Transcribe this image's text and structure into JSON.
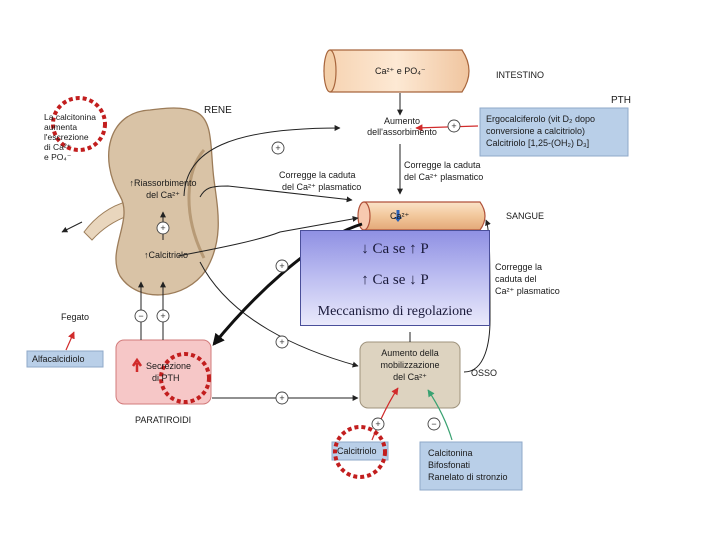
{
  "labels": {
    "intestino": "INTESTINO",
    "rene": "RENE",
    "sangue": "SANGUE",
    "osso": "OSSO",
    "paratiroidi": "PARATIROIDI",
    "pth_top": "PTH",
    "fegato": "Fegato",
    "intestine_content": "Ca²⁺ e PO₄⁻",
    "blood_content": "Ca²⁺",
    "aumento_assorbimento_1": "Aumento",
    "aumento_assorbimento_2": "dell'assorbimento",
    "corregge_intestine_1": "Corregge la caduta",
    "corregge_intestine_2": "del Ca²⁺ plasmatico",
    "corregge_kidney_1": "Corregge la caduta",
    "corregge_kidney_2": "del Ca²⁺ plasmatico",
    "corregge_bone_1": "Corregge la",
    "corregge_bone_2": "caduta del",
    "corregge_bone_3": "Ca²⁺ plasmatico",
    "riassorbimento_1": "↑Riassorbimento",
    "riassorbimento_2": "del Ca²⁺",
    "calcitriolo_kidney": "↑Calcitriolo",
    "calcitonina_1": "La calcitonina",
    "calcitonina_2": "aumenta",
    "calcitonina_3": "l'escrezione",
    "calcitonina_4": "di Ca²⁺",
    "calcitonina_5": "e PO₄⁻",
    "secrezione_1": "Secrezione",
    "secrezione_2": "di PTH",
    "mobilizzazione_1": "Aumento della",
    "mobilizzazione_2": "mobilizzazione",
    "mobilizzazione_3": "del Ca²⁺"
  },
  "boxes": {
    "ergo_1": "Ergocalciferolo (vit D₂ dopo",
    "ergo_2": "conversione a calcitriolo)",
    "ergo_3": "Calcitriolo [1,25-(OH₂) D₃]",
    "alfacalcidiolo": "Alfacalcidiolo",
    "calcitriolo_drug": "Calcitriolo",
    "drugs_1": "Calcitonina",
    "drugs_2": "Bifosfonati",
    "drugs_3": "Ranelato di stronzio"
  },
  "overlay": {
    "line1": "↓ Ca se ↑ P",
    "line2": "↑ Ca se ↓ P",
    "line3": "Meccanismo di regolazione"
  },
  "signs": {
    "plus": "+",
    "minus": "−"
  },
  "colors": {
    "kidney": "#d9c3a6",
    "blue_box": "#b9cfe8",
    "parathyroid": "#f6c7c7",
    "bone_box": "#ddd3c0",
    "red_arrow": "#d12b2b",
    "green_arrow": "#3aa272",
    "dotted_circle": "#c21e1e",
    "overlay_border": "#4a4f9a"
  }
}
